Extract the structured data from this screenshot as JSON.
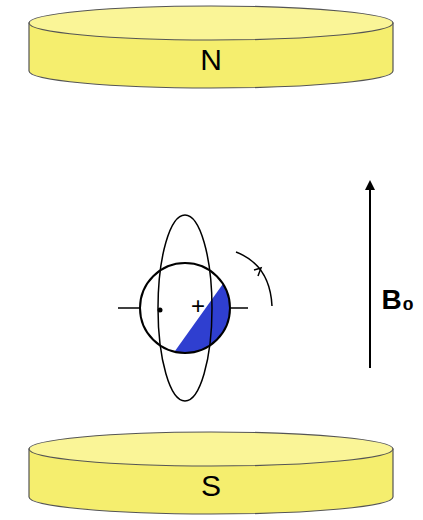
{
  "diagram": {
    "nodes": [
      {
        "text": [
          "N"
        ]
      },
      {
        "text": [
          "S"
        ]
      }
    ],
    "labels": [
      "+",
      "B₀"
    ]
  }
}
